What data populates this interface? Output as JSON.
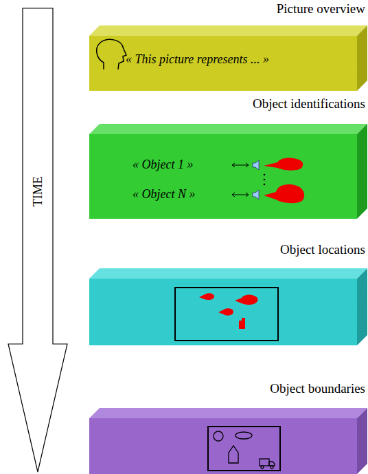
{
  "diagram": {
    "nodes": [
      {
        "text": [
          "Picture overview",
          "« This picture represents ... »"
        ]
      },
      {
        "text": [
          "Object identifications",
          "« Object 1 »",
          "« Object N »"
        ]
      },
      {
        "text": [
          "Object locations"
        ]
      },
      {
        "text": [
          "Object boundaries"
        ]
      },
      {
        "text": [
          "TIME"
        ]
      }
    ]
  }
}
